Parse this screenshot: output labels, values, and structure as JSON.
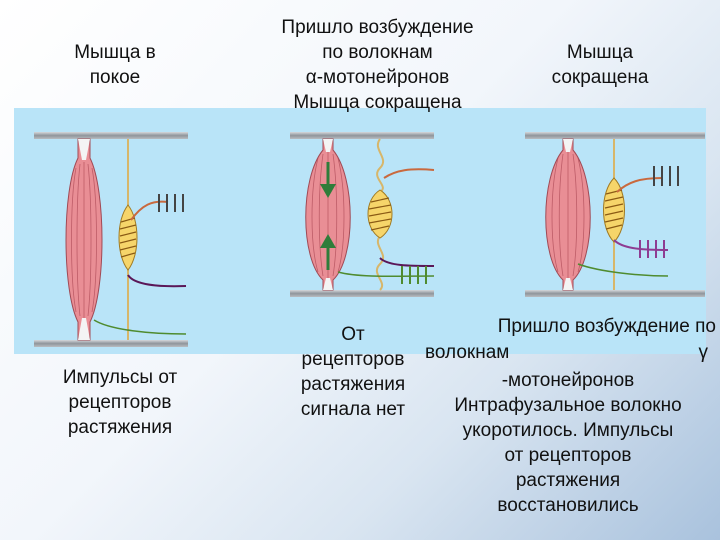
{
  "panels": {
    "rest": {
      "title": "Мышца в\nпокое",
      "caption": "Импульсы от\nрецепторов\nрастяжения"
    },
    "alpha": {
      "title": "Пришло возбуждение\nпо волокнам\nα-мотонейронов\nМышца сокращена",
      "caption": "От\nрецепторов\nрастяжения\nсигнала нет"
    },
    "gamma": {
      "title": "Мышца\nсокращена",
      "caption_line1": "Пришло возбуждение по",
      "caption_line2_left": "волокнам",
      "caption_line2_right": "γ",
      "caption_rest": "-мотонейронов\nИнтрафузальное волокно\nукоротилось. Импульсы\nот рецепторов\nрастяжения\nвосстановились"
    }
  },
  "colors": {
    "panel_bg": "#b9e4f8",
    "muscle": "#e98e95",
    "spindle": "#f6d56a",
    "sensory_nerve": "#c9693e",
    "alpha_nerve": "#5a1758",
    "gamma_nerve": "#4f8b2f",
    "arrow": "#2f7d3a",
    "bar": "#9aa0a6"
  },
  "icons": [
    "muscle-fiber-icon",
    "muscle-spindle-icon",
    "stretch-arrow-icon",
    "impulse-marks-icon"
  ]
}
